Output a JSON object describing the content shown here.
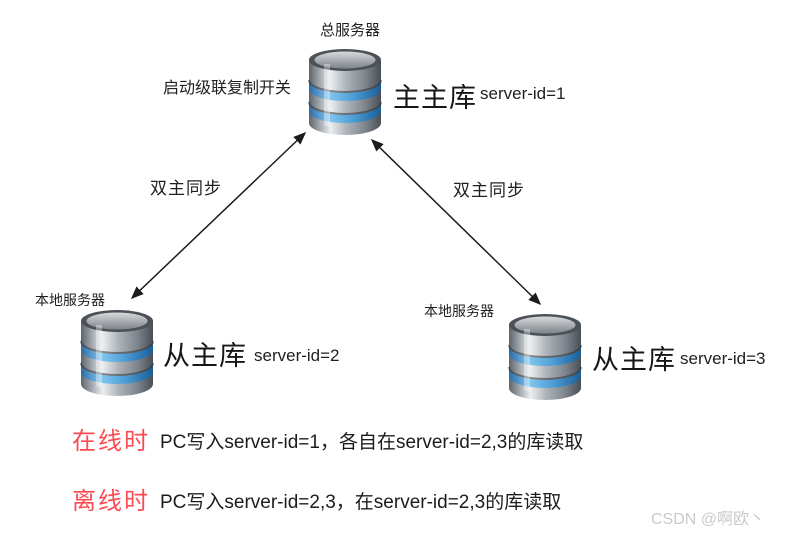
{
  "diagram": {
    "top": {
      "label": "总服务器",
      "title": "主主库",
      "server_id": "server-id=1",
      "cascade_note": "启动级联复制开关"
    },
    "left": {
      "label": "本地服务器",
      "title": "从主库",
      "server_id": "server-id=2"
    },
    "right": {
      "label": "本地服务器",
      "title": "从主库",
      "server_id": "server-id=3"
    },
    "sync_left": "双主同步",
    "sync_right": "双主同步"
  },
  "notes": [
    {
      "keyword": "在线时",
      "text": "PC写入server-id=1，各自在server-id=2,3的库读取"
    },
    {
      "keyword": "离线时",
      "text": "PC写入server-id=2,3，在server-id=2,3的库读取"
    }
  ],
  "watermark": "CSDN @啊欧丶",
  "colors": {
    "keyword_red": "#fb4a52",
    "text_dark": "#212121",
    "db_blue": "#4e9fd8",
    "watermark_gray": "#cacaca"
  }
}
